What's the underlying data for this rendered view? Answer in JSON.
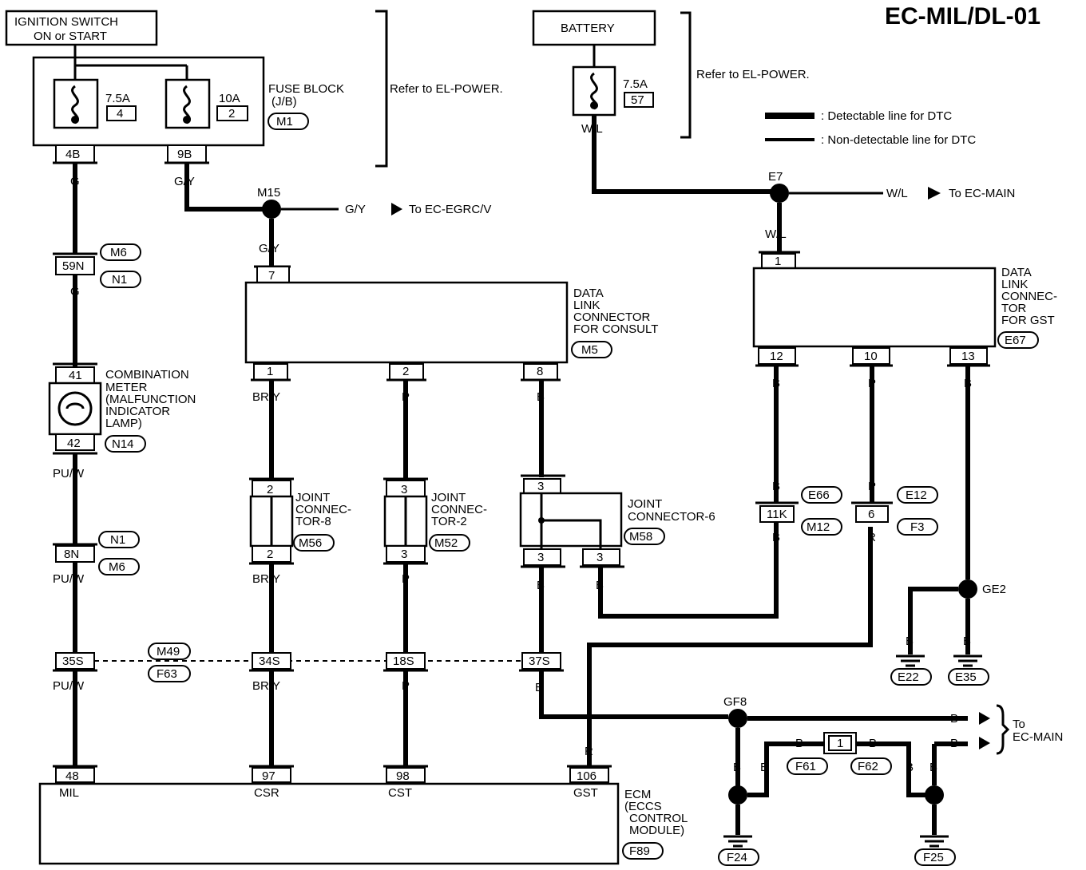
{
  "title": "EC-MIL/DL-01",
  "ignition": {
    "line1": "IGNITION SWITCH",
    "line2": "ON or START"
  },
  "battery": "BATTERY",
  "refer1": "Refer to EL-POWER.",
  "refer2": "Refer to EL-POWER.",
  "fuse_block": {
    "line1": "FUSE BLOCK",
    "line2": "(J/B)",
    "conn": "M1",
    "fuse1_amp": "7.5A",
    "fuse1_num": "4",
    "fuse2_amp": "10A",
    "fuse2_num": "2",
    "pin1": "4B",
    "pin2": "9B"
  },
  "battery_fuse": {
    "amp": "7.5A",
    "num": "57"
  },
  "legend": {
    "detectable": ": Detectable line for DTC",
    "non_detectable": ": Non-detectable line for DTC"
  },
  "wires": {
    "g1": "G",
    "gy1": "G/Y",
    "gy2": "G/Y",
    "gy3": "G/Y",
    "wl1": "W/L",
    "wl2": "W/L",
    "wl3": "W/L",
    "g2": "G",
    "puw1": "PU/W",
    "puw2": "PU/W",
    "puw3": "PU/W",
    "bry1": "BR/Y",
    "bry2": "BR/Y",
    "bry3": "BR/Y",
    "p1": "P",
    "p2": "P",
    "p3": "P",
    "b1": "B",
    "b2": "B",
    "b3": "B",
    "b4": "B",
    "gb1": "B",
    "gb2": "B",
    "gb3": "B",
    "gp1": "P",
    "gp2": "R",
    "gb4": "B",
    "ge2b1": "B",
    "ge2b2": "B",
    "ecm_r": "R",
    "main_b1": "B",
    "main_b2": "B",
    "f24b1": "B",
    "f24b2": "B",
    "f61b": "B",
    "f62b": "B",
    "f25b1": "B",
    "f25b2": "B"
  },
  "junctions": {
    "m15": "M15",
    "e7": "E7",
    "ge2": "GE2",
    "gf8": "GF8"
  },
  "to_egrc": "To EC-EGRC/V",
  "to_main1": "To EC-MAIN",
  "to_main2": {
    "line1": "To",
    "line2": "EC-MAIN"
  },
  "conn_m6_n1": {
    "pin": "59N",
    "c1": "M6",
    "c2": "N1"
  },
  "combination_meter": {
    "lines": [
      "COMBINATION",
      "METER",
      "(MALFUNCTION",
      " INDICATOR",
      " LAMP)"
    ],
    "conn": "N14",
    "pin_top": "41",
    "pin_bot": "42"
  },
  "conn_n1_m6": {
    "pin": "8N",
    "c1": "N1",
    "c2": "M6"
  },
  "dlc_consult": {
    "lines": [
      "DATA",
      "LINK",
      "CONNECTOR",
      "FOR CONSULT"
    ],
    "conn": "M5",
    "pin_top": "7",
    "pins": [
      "1",
      "2",
      "8"
    ]
  },
  "dlc_gst": {
    "lines": [
      "DATA",
      "LINK",
      "CONNEC-",
      "TOR",
      "FOR GST"
    ],
    "conn": "E67",
    "pin_top": "1",
    "pins": [
      "12",
      "10",
      "13"
    ]
  },
  "joint8": {
    "lines": [
      "JOINT",
      "CONNEC-",
      "TOR-8"
    ],
    "conn": "M56",
    "pin_top": "2",
    "pin_bot": "2"
  },
  "joint2": {
    "lines": [
      "JOINT",
      "CONNEC-",
      "TOR-2"
    ],
    "conn": "M52",
    "pin_top": "3",
    "pin_bot": "3"
  },
  "joint6": {
    "lines": [
      "JOINT",
      "CONNECTOR-6"
    ],
    "conn": "M58",
    "pin_top": "3",
    "pin_bot1": "3",
    "pin_bot2": "3"
  },
  "conn_e66": {
    "pin": "11K",
    "c1": "E66",
    "c2": "M12"
  },
  "conn_e12": {
    "pin": "6",
    "c1": "E12",
    "c2": "F3"
  },
  "conn_m49": {
    "c1": "M49",
    "c2": "F63",
    "pins": [
      "35S",
      "34S",
      "18S",
      "37S"
    ]
  },
  "ecm": {
    "lines": [
      "ECM",
      "(ECCS",
      "CONTROL",
      "MODULE)"
    ],
    "conn": "F89",
    "pins": [
      "48",
      "97",
      "98",
      "106"
    ],
    "labels": [
      "MIL",
      "CSR",
      "CST",
      "GST"
    ]
  },
  "f61f62": {
    "pin": "1",
    "c1": "F61",
    "c2": "F62"
  },
  "grounds": {
    "e22": "E22",
    "e35": "E35",
    "f24": "F24",
    "f25": "F25"
  }
}
